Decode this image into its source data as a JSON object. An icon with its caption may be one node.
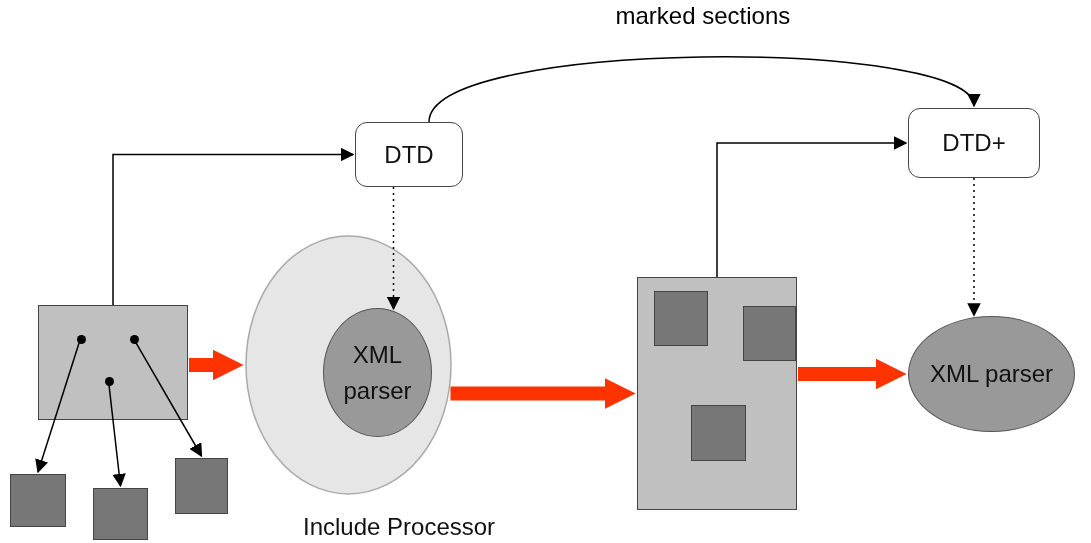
{
  "diagram": {
    "nodes": [
      {
        "text": [
          "DTD"
        ]
      },
      {
        "text": [
          "DTD+"
        ]
      },
      {
        "text": [],
        "shape": "box"
      },
      {
        "text": [],
        "shape": "circle",
        "in": 2
      },
      {
        "text": [],
        "shape": "circle",
        "in": 2
      },
      {
        "text": [],
        "shape": "circle",
        "in": 2
      },
      {
        "text": [],
        "shape": "box"
      },
      {
        "text": [],
        "shape": "box"
      },
      {
        "text": [],
        "shape": "box"
      },
      {
        "text": [
          "Include Processor"
        ]
      },
      {
        "text": [
          "XML parser"
        ],
        "in": 9
      },
      {
        "text": [],
        "shape": "box"
      },
      {
        "text": [],
        "shape": "box",
        "in": 11
      },
      {
        "text": [],
        "shape": "box",
        "in": 11
      },
      {
        "text": [],
        "shape": "box",
        "in": 11
      },
      {
        "text": [
          "XML parser"
        ]
      }
    ],
    "edges": [
      {
        "from": 2,
        "to": 0,
        "arrow": "to"
      },
      {
        "from": 0,
        "to": 10,
        "arrow": "to",
        "style": "dashed"
      },
      {
        "from": 2,
        "to": 9,
        "arrow": "to",
        "style": "thick",
        "color": "#ff3300"
      },
      {
        "from": 9,
        "to": 11,
        "arrow": "to",
        "style": "thick",
        "color": "#ff3300"
      },
      {
        "from": 0,
        "to": 1,
        "arrow": "to",
        "label": "marked sections"
      },
      {
        "from": 11,
        "to": 1,
        "arrow": "to"
      },
      {
        "from": 1,
        "to": 15,
        "arrow": "to",
        "style": "dashed"
      },
      {
        "from": 11,
        "to": 15,
        "arrow": "to",
        "style": "thick",
        "color": "#ff3300"
      },
      {
        "from": 3,
        "to": 6,
        "arrow": "to"
      },
      {
        "from": 5,
        "to": 7,
        "arrow": "to"
      },
      {
        "from": 4,
        "to": 8,
        "arrow": "to"
      }
    ]
  }
}
